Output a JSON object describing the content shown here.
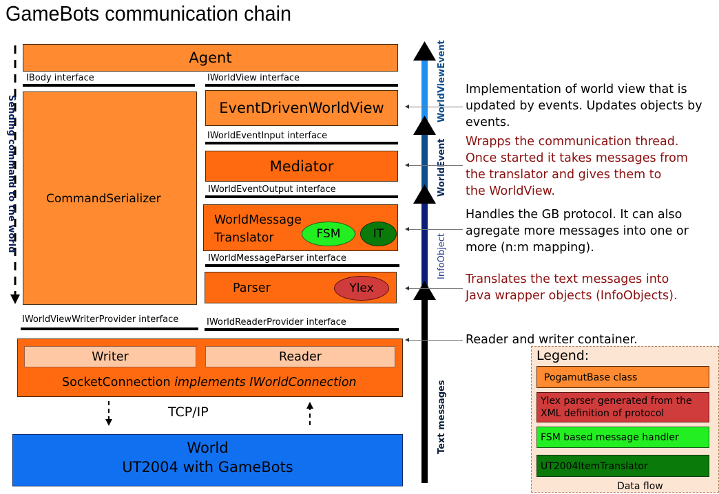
{
  "title": "GameBots communication chain",
  "left_label": "Sending command to the world",
  "components": {
    "agent": "Agent",
    "event_driven_world_view": "EventDrivenWorldView",
    "mediator": "Mediator",
    "world_message_translator": [
      "WorldMessage",
      "Translator"
    ],
    "fsm": "FSM",
    "it": "IT",
    "parser": "Parser",
    "ylex": "Ylex",
    "command_serializer": "CommandSerializer",
    "writer": "Writer",
    "reader": "Reader",
    "socket_connection": "SocketConnection",
    "socket_connection_suffix": "implements IWorldConnection",
    "tcp_ip": "TCP/IP",
    "world_line1": "World",
    "world_line2": "UT2004 with GameBots"
  },
  "interfaces": {
    "ibody": "IBody interface",
    "iworldview": "IWorldView interface",
    "iworldeventinput": "IWorldEventInput interface",
    "iworldeventoutput": "IWorldEventOutput interface",
    "iworldmessageparser": "IWorldMessageParser interface",
    "iworldviewwriterprovider": "IWorldViewWriterProvider interface",
    "iworldreaderprovider": "IWorldReaderProvider interface"
  },
  "flow_labels": {
    "world_view_event": "WorldViewEvent",
    "world_event": "WorldEvent",
    "info_object": "InfoObject",
    "text_messages": "Text messages"
  },
  "notes": {
    "world_view": [
      "Implementation of world view that is",
      "updated by events. Updates objects by",
      "events."
    ],
    "mediator": [
      "Wrapps the communication thread.",
      "Once started it takes messages from",
      "the translator and gives them to",
      "the WorldView."
    ],
    "translator": [
      "Handles the GB protocol. It can also",
      "agregate more messages into one or",
      "more (n:m mapping)."
    ],
    "parser": [
      "Translates the text messages into",
      "Java wrapper objects (InfoObjects)."
    ],
    "connection": [
      "Reader and writer container."
    ]
  },
  "legend": {
    "title": "Legend:",
    "items": [
      {
        "label": "PogamutBase class",
        "color": "#ff8a30"
      },
      {
        "label": "Ylex parser generated from the XML definition of protocol",
        "color": "#d03b3b"
      },
      {
        "label": "FSM based message handler",
        "color": "#22ee22"
      },
      {
        "label": "UT2004ItemTranslator",
        "color": "#0a7a0a"
      }
    ],
    "data_flow": "Data flow"
  },
  "colors": {
    "component": "#ff6a10",
    "component_light": "#ff8a30",
    "world": "#1170f0",
    "inner": "#ffc8a4",
    "note_red": "#8b0f0f",
    "legend_bg": "#fde5d3"
  }
}
